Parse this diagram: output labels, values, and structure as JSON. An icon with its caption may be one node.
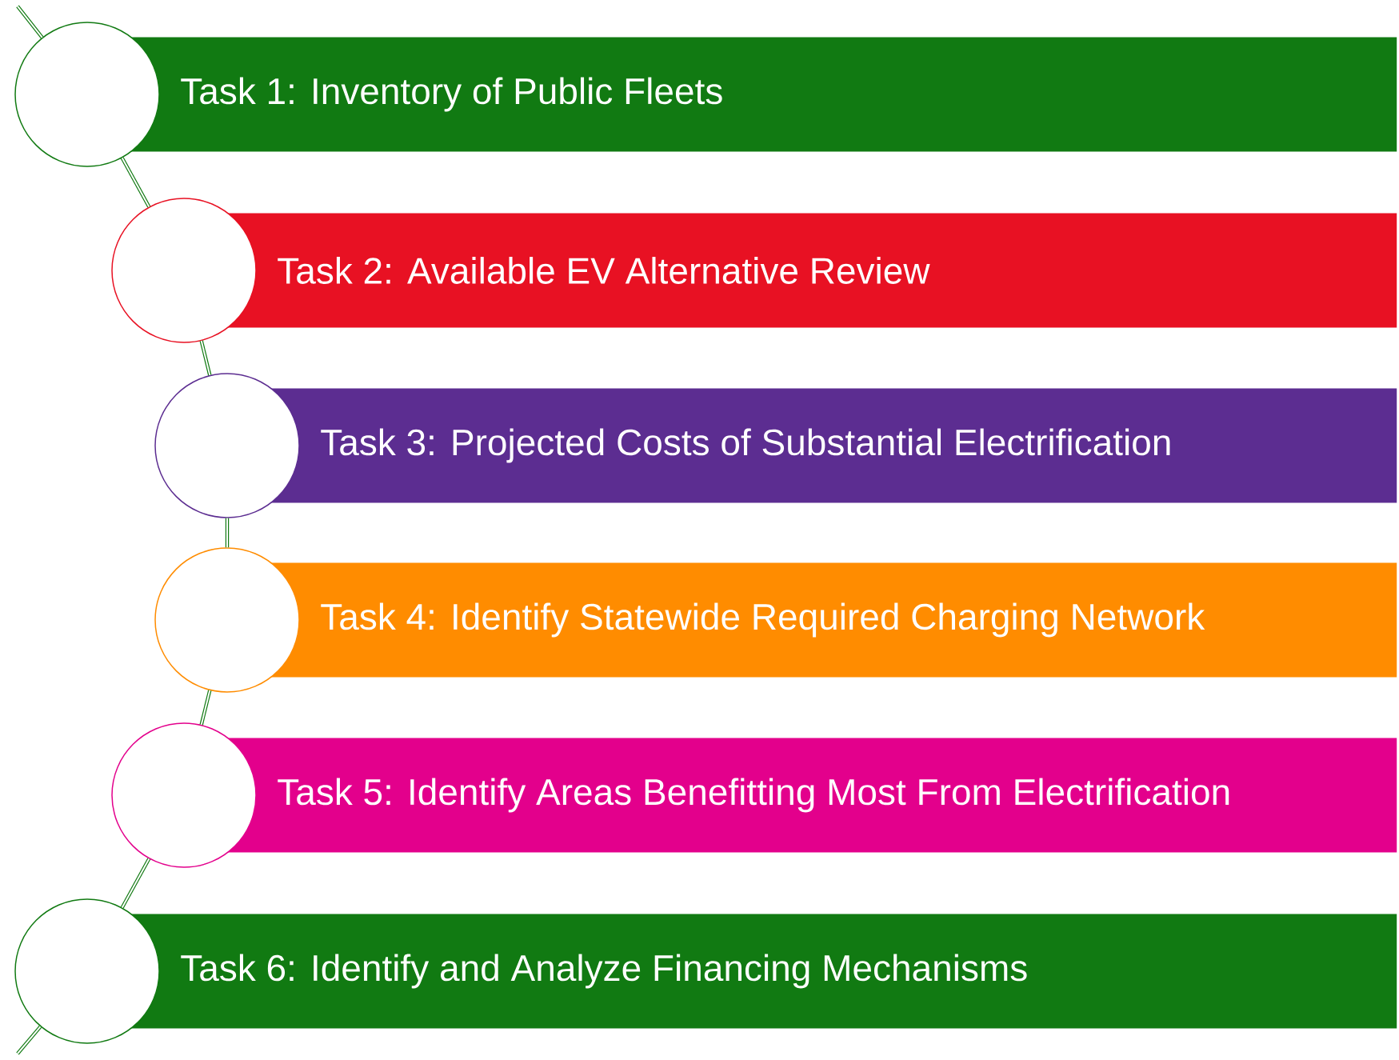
{
  "diagram": {
    "nodes": [
      {
        "text": [],
        "shape": "circle"
      },
      {
        "text": [
          "Task 1: Inventory of Public Fleets"
        ]
      },
      {
        "text": [],
        "shape": "circle"
      },
      {
        "text": [
          "Task 2: Available EV Alternative Review"
        ]
      },
      {
        "text": [],
        "shape": "circle"
      },
      {
        "text": [
          "Task 3: Projected Costs of Substantial Electrification"
        ]
      },
      {
        "text": [],
        "shape": "circle"
      },
      {
        "text": [
          "Task 4: Identify Statewide Required Charging Network"
        ]
      },
      {
        "text": [],
        "shape": "circle"
      },
      {
        "text": [
          "Task 5: Identify Areas Benefitting Most From Electrification"
        ]
      },
      {
        "text": [],
        "shape": "circle"
      },
      {
        "text": [
          "Task 6: Identify and Analyze Financing Mechanisms"
        ]
      }
    ],
    "edges": [
      {
        "from": null,
        "to": 0,
        "arrow": "none"
      },
      {
        "from": 0,
        "to": 2,
        "arrow": "none"
      },
      {
        "from": 2,
        "to": 4,
        "arrow": "none"
      },
      {
        "from": 4,
        "to": 6,
        "arrow": "none"
      },
      {
        "from": 6,
        "to": 8,
        "arrow": "none"
      },
      {
        "from": 8,
        "to": 10,
        "arrow": "none"
      },
      {
        "from": 10,
        "to": null,
        "arrow": "none"
      }
    ]
  }
}
